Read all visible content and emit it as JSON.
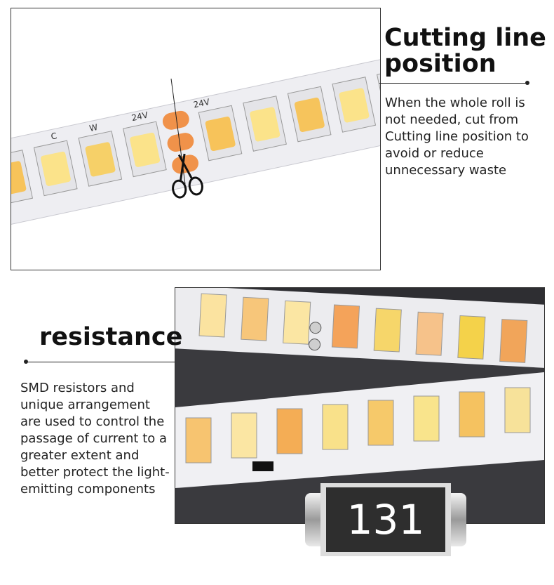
{
  "cutting": {
    "title": "Cutting line position",
    "description": "When the whole roll is not needed, cut from Cutting line position to avoid or reduce unnecessary waste",
    "strip_labels": {
      "voltage_left": "24V",
      "voltage_right": "24V",
      "cold": "C",
      "warm": "W"
    }
  },
  "resistance": {
    "title": "resistance",
    "description": "SMD resistors and unique arrangement are used to control the passage of current to a greater extent and better protect the light-emitting components",
    "resistor_code": "131"
  },
  "colors": {
    "pad_orange": "#f0924a",
    "led_warm": "#f7c35a",
    "led_cool": "#fbe9a8",
    "strip": "#eeeef2"
  }
}
